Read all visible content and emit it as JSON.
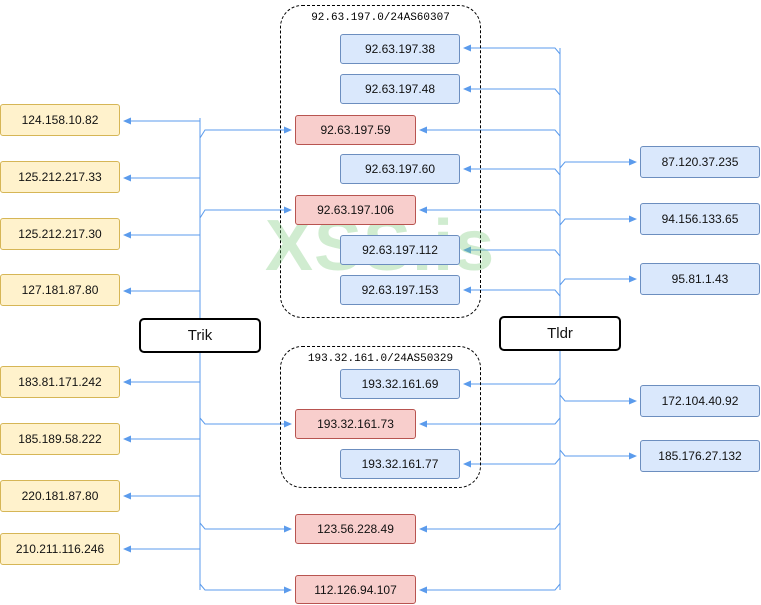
{
  "groups": {
    "g1": "92.63.197.0/24AS60307",
    "g2": "193.32.161.0/24AS50329"
  },
  "hubs": {
    "left": "Trik",
    "right": "Tldr"
  },
  "watermark": "XSS.is",
  "left_nodes": [
    "124.158.10.82",
    "125.212.217.33",
    "125.212.217.30",
    "127.181.87.80",
    "183.81.171.242",
    "185.189.58.222",
    "220.181.87.80",
    "210.211.116.246"
  ],
  "right_nodes": [
    "87.120.37.235",
    "94.156.133.65",
    "95.81.1.43",
    "172.104.40.92",
    "185.176.27.132"
  ],
  "center_nodes": {
    "n38": "92.63.197.38",
    "n48": "92.63.197.48",
    "n59": "92.63.197.59",
    "n60": "92.63.197.60",
    "n106": "92.63.197.106",
    "n112": "92.63.197.112",
    "n153": "92.63.197.153",
    "n69": "193.32.161.69",
    "n73": "193.32.161.73",
    "n77": "193.32.161.77",
    "n123": "123.56.228.49",
    "n112b": "112.126.94.107"
  },
  "colors": {
    "edge": "#5b9bec",
    "yellow_fill": "#fff2cc",
    "blue_fill": "#dae8fc",
    "red_fill": "#f8cecc"
  }
}
